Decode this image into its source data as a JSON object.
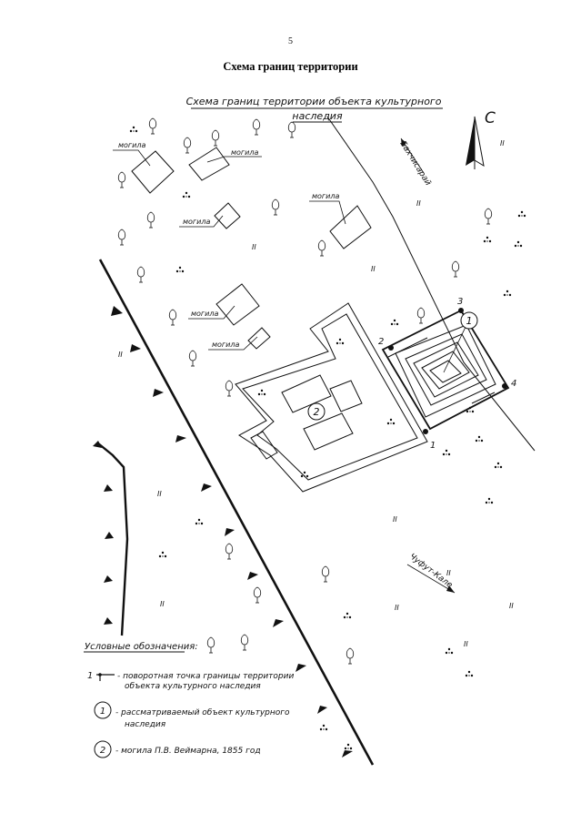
{
  "page_number": "5",
  "page_title": "Схема границ территории",
  "map": {
    "title_line1": "Схема границ территории объекта культурного",
    "title_line2": "наследия",
    "north_letter": "С",
    "road_labels": {
      "bakhchisaray": "Бахчисарай",
      "chufut_kale": "Чуфут-Кале"
    },
    "grave_label": "могила",
    "grave_labels": [
      "могила",
      "могила",
      "могила",
      "могила",
      "могила",
      "могила"
    ],
    "point_labels": [
      "1",
      "2",
      "3",
      "4"
    ],
    "object_markers": [
      "1",
      "2"
    ],
    "grass_mark": "II"
  },
  "legend": {
    "heading": "Условные обозначения:",
    "item1_num": "1",
    "item1_line1": "- поворотная точка границы территории",
    "item1_line2": "объекта культурного наследия",
    "item2_num": "1",
    "item2_line1": "- рассматриваемый объект культурного",
    "item2_line2": "наследия",
    "item3_num": "2",
    "item3_line1": "- могила П.В. Веймарна, 1855 год"
  }
}
